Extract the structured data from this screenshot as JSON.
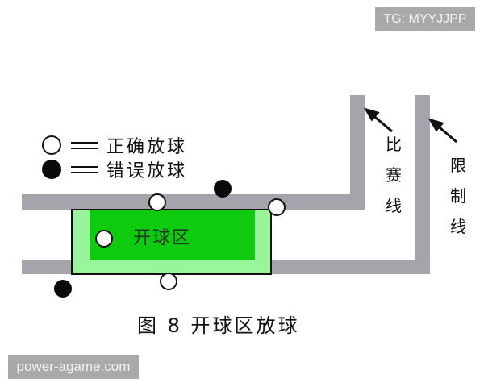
{
  "watermarks": {
    "top_right": "TG: MYYJJPP",
    "bottom_left": "power-agame.com"
  },
  "legend": [
    {
      "symbol": "white-circle",
      "eq": "==",
      "label": "正确放球"
    },
    {
      "symbol": "black-circle",
      "eq": "==",
      "label": "错误放球"
    }
  ],
  "zone": {
    "label": "开球区",
    "colors": {
      "outer": "#99f59c",
      "inner": "#0fcb0f",
      "border": "#111111"
    }
  },
  "lines": {
    "color": "#a6a3aa",
    "play_line_label": [
      "比",
      "赛",
      "线"
    ],
    "limit_line_label": [
      "限",
      "制",
      "线"
    ]
  },
  "balls": [
    {
      "type": "correct",
      "position": "top-line-center"
    },
    {
      "type": "wrong",
      "position": "above-top-line"
    },
    {
      "type": "correct",
      "position": "zone-top-right-corner"
    },
    {
      "type": "correct",
      "position": "inside-zone-left"
    },
    {
      "type": "correct",
      "position": "zone-bottom-edge"
    },
    {
      "type": "wrong",
      "position": "below-zone-bottom-left"
    }
  ],
  "caption": "图 8 开球区放球"
}
